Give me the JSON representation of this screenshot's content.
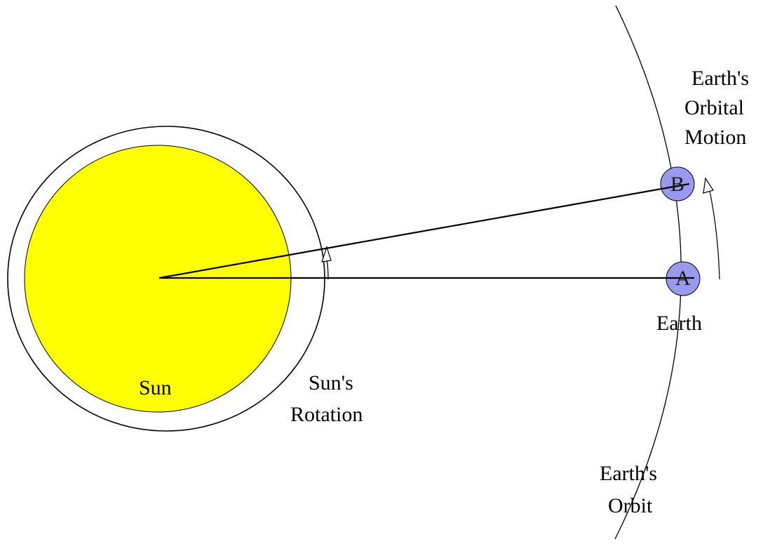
{
  "labels": {
    "sun": "Sun",
    "sun_rotation_line1": "Sun's",
    "sun_rotation_line2": "Rotation",
    "earth": "Earth",
    "marker_a": "A",
    "marker_b": "B",
    "orbital_motion_line1": "Earth's",
    "orbital_motion_line2": "Orbital",
    "orbital_motion_line3": "Motion",
    "orbit_line1": "Earth's",
    "orbit_line2": "Orbit"
  },
  "colors": {
    "sun_fill": "#ffff00",
    "earth_fill": "#9999ee",
    "line": "#000000",
    "background": "#ffffff"
  }
}
